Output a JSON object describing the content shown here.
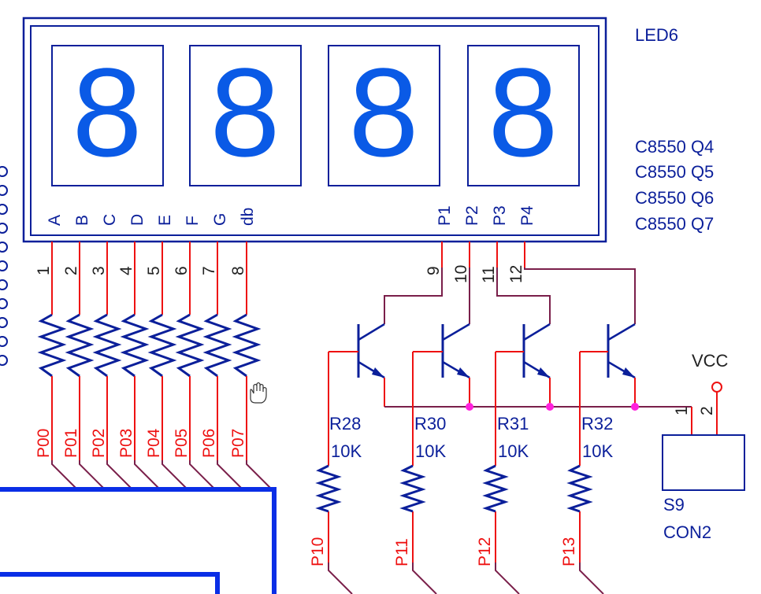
{
  "component": {
    "ref": "LED6",
    "digits": [
      "8",
      "8",
      "8",
      "8"
    ],
    "segment_pins": [
      "A",
      "B",
      "C",
      "D",
      "E",
      "F",
      "G",
      "db"
    ],
    "common_pins": [
      "P1",
      "P2",
      "P3",
      "P4"
    ]
  },
  "pin_numbers": [
    "1",
    "2",
    "3",
    "4",
    "5",
    "6",
    "7",
    "8"
  ],
  "common_pin_numbers": [
    "9",
    "10",
    "11",
    "12"
  ],
  "port_labels": [
    "P00",
    "P01",
    "P02",
    "P03",
    "P04",
    "P05",
    "P06",
    "P07"
  ],
  "transistor_labels": [
    "C8550 Q4",
    "C8550 Q5",
    "C8550 Q6",
    "C8550 Q7"
  ],
  "base_resistors": [
    {
      "ref": "R28",
      "value": "10K",
      "port": "P10"
    },
    {
      "ref": "R30",
      "value": "10K",
      "port": "P11"
    },
    {
      "ref": "R31",
      "value": "10K",
      "port": "P12"
    },
    {
      "ref": "R32",
      "value": "10K",
      "port": "P13"
    }
  ],
  "power": {
    "label": "VCC"
  },
  "connector": {
    "ref": "S9",
    "type": "CON2",
    "pins": [
      "1",
      "2"
    ]
  },
  "colors": {
    "component": "#0b1f9a",
    "pin": "#ee1111",
    "wire": "#7a1f4a",
    "junction": "#ff22dd",
    "digit": "#0a5ae6"
  }
}
